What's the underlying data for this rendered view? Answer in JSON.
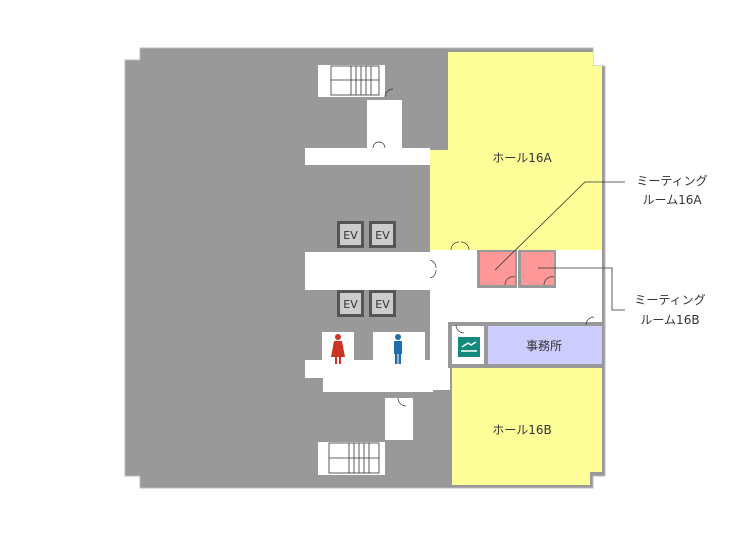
{
  "rooms": {
    "hall_a": "ホール16A",
    "hall_b": "ホール16B",
    "office": "事務所",
    "meeting_a": {
      "line1": "ミーティング",
      "line2": "ルーム16A"
    },
    "meeting_b": {
      "line1": "ミーティング",
      "line2": "ルーム16B"
    },
    "elevator": "EV"
  },
  "colors": {
    "building": "#999999",
    "hall": "#ffff99",
    "meeting": "#ff9999",
    "office": "#ccccff",
    "female": "#cc3322",
    "male": "#1f6fae",
    "smoking": "#138a7e"
  }
}
